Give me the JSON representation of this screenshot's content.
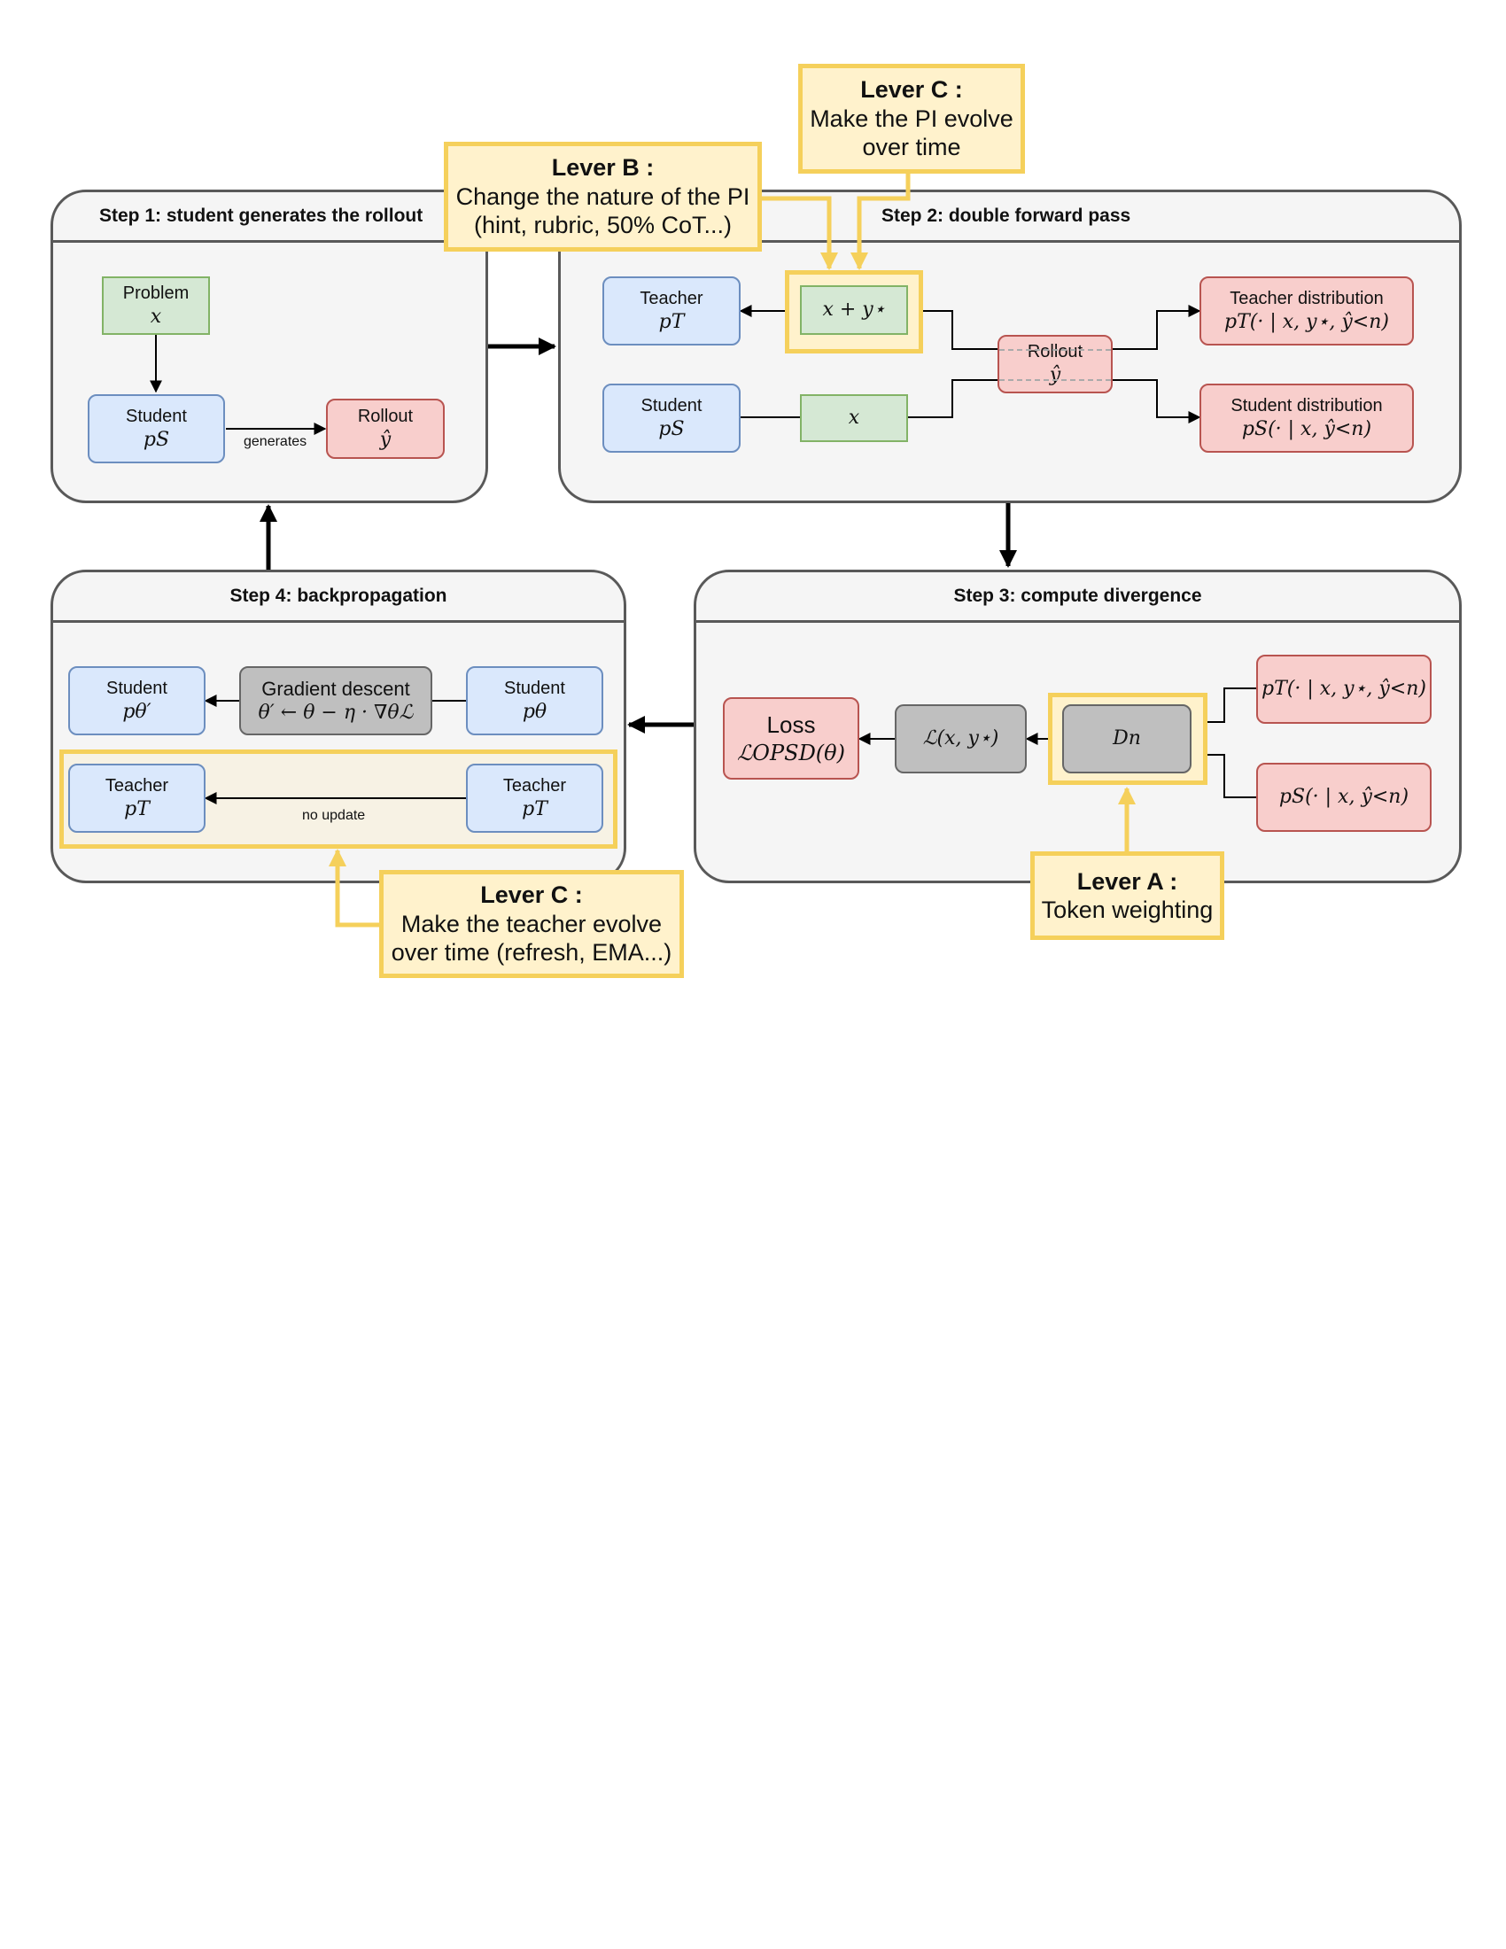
{
  "steps": {
    "step1": "Step 1: student generates the rollout",
    "step2": "Step 2: double forward pass",
    "step3": "Step 3: compute divergence",
    "step4": "Step 4: backpropagation"
  },
  "step1": {
    "problem_label": "Problem",
    "problem_math": "x",
    "student_label": "Student",
    "student_math": "pS",
    "rollout_label": "Rollout",
    "rollout_math": "ŷ",
    "edge_label": "generates"
  },
  "step2": {
    "teacher_label": "Teacher",
    "teacher_math": "pT",
    "student_label": "Student",
    "student_math": "pS",
    "input_teacher": "x + y⋆",
    "input_student": "x",
    "rollout_label": "Rollout",
    "rollout_math": "ŷ",
    "teacher_dist_label": "Teacher distribution",
    "teacher_dist_math": "pT(· | x, y⋆, ŷ<n)",
    "student_dist_label": "Student distribution",
    "student_dist_math": "pS(· | x, ŷ<n)"
  },
  "step3": {
    "loss_label": "Loss",
    "loss_math": "ℒOPSD(θ)",
    "objective_math": "ℒ(x, y⋆)",
    "divergence_math": "Dn",
    "teacher_in_math": "pT(· | x, y⋆, ŷ<n)",
    "student_in_math": "pS(· | x, ŷ<n)"
  },
  "step4": {
    "student_new_label": "Student",
    "student_new_math": "pθ′",
    "gd_label": "Gradient descent",
    "gd_math": "θ′ ← θ − η · ∇θℒ",
    "student_old_label": "Student",
    "student_old_math": "pθ",
    "teacher_new_label": "Teacher",
    "teacher_new_math": "pT",
    "teacher_old_label": "Teacher",
    "teacher_old_math": "pT",
    "edge_label": "no update"
  },
  "levers": {
    "a_title": "Lever A :",
    "a_text": "Token weighting",
    "b_title": "Lever B :",
    "b_text1": "Change the nature of the PI",
    "b_text2": "(hint, rubric, 50% CoT...)",
    "c_top_title": "Lever C :",
    "c_top_text1": "Make the PI evolve",
    "c_top_text2": "over time",
    "c_bottom_title": "Lever C :",
    "c_bottom_text1": "Make the teacher evolve",
    "c_bottom_text2": "over time (refresh, EMA...)"
  },
  "colors": {
    "panel_fill": "#f5f5f5",
    "panel_stroke": "#595959",
    "blue_fill": "#dae8fc",
    "green_fill": "#d5e8d4",
    "red_fill": "#f8cecc",
    "gray_fill": "#bfbfbf",
    "lever_fill": "#fff2cc",
    "lever_stroke": "#f5d05b"
  }
}
